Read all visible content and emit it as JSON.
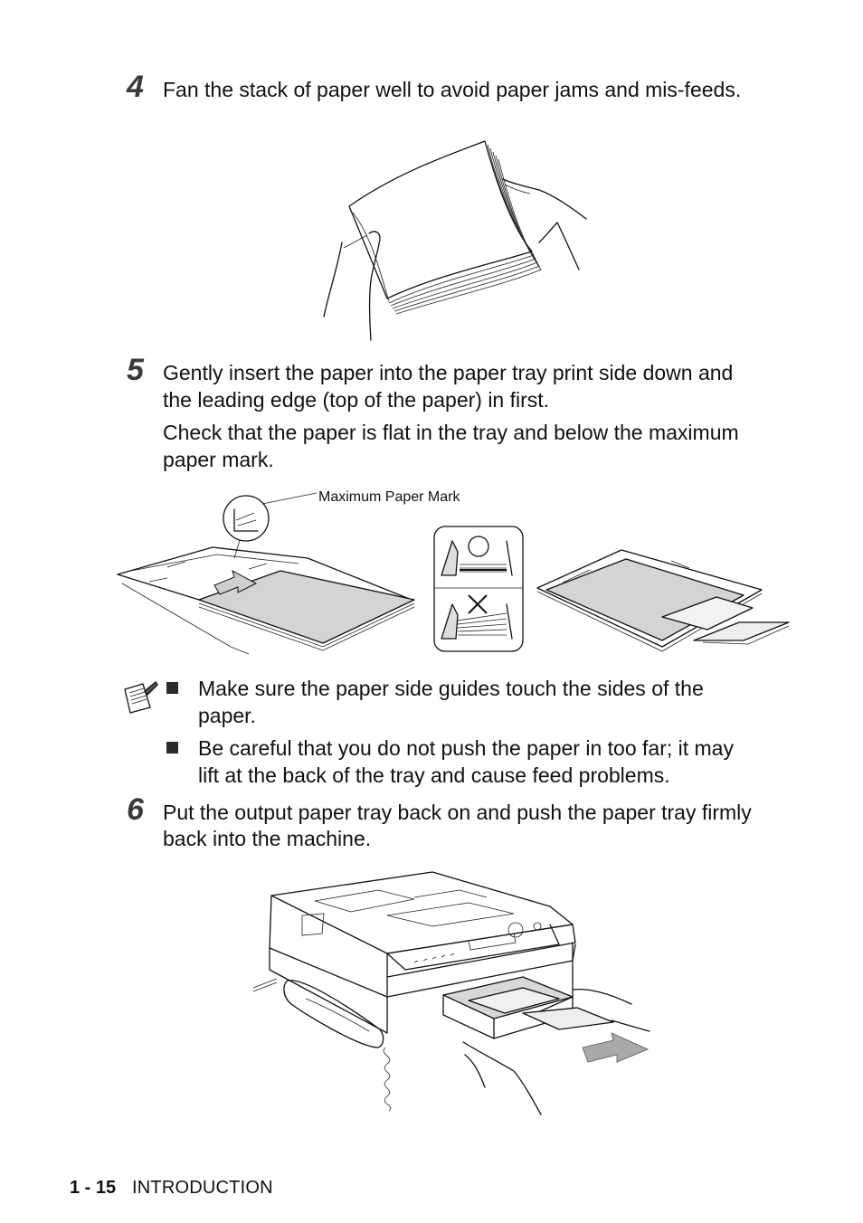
{
  "steps": [
    {
      "number": "4",
      "text": "Fan the stack of paper well to avoid paper jams and mis-feeds."
    },
    {
      "number": "5",
      "text_line1": "Gently insert the paper into the paper tray print side down and",
      "text_line2": "the leading edge (top of the paper) in first.",
      "para2_line1": "Check that the paper is flat in the tray and below the maximum",
      "para2_line2": "paper mark."
    },
    {
      "number": "6",
      "text_line1": "Put the output paper tray back on and push the paper tray firmly",
      "text_line2": "back into the machine."
    }
  ],
  "figure_labels": {
    "max_paper_mark": "Maximum Paper Mark"
  },
  "notes": [
    {
      "line1": "Make sure the paper side guides touch the sides of the",
      "line2": "paper."
    },
    {
      "line1": "Be careful that you do not push the paper in too far; it may",
      "line2": "lift at the back of the tray and cause feed problems."
    }
  ],
  "note_icon": "note-pencil-icon",
  "footer": {
    "page_number": "1 - 15",
    "section": "INTRODUCTION"
  }
}
